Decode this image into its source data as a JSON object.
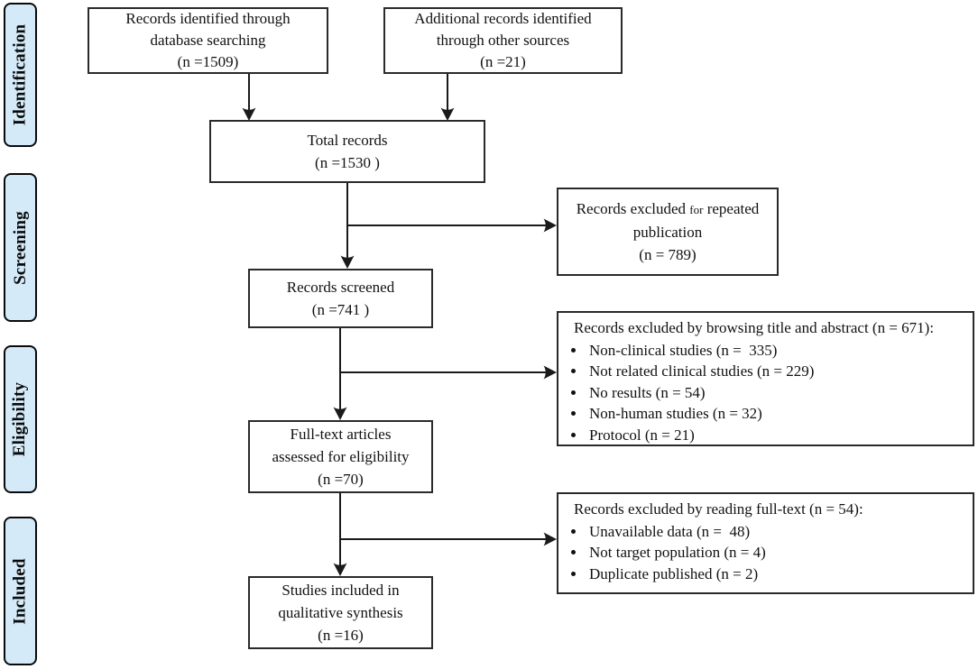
{
  "diagram": {
    "kind": "prisma-flow-diagram",
    "colors": {
      "stage_label_fill": "#d4eaf8",
      "stage_label_border": "#0a0a0a",
      "box_border": "#2a2a2a",
      "text": "#111111",
      "connector": "#1a1a1a"
    },
    "stage_labels": [
      {
        "id": "identification",
        "label": "Identification"
      },
      {
        "id": "screening",
        "label": "Screening"
      },
      {
        "id": "eligibility",
        "label": "Eligibility"
      },
      {
        "id": "included",
        "label": "Included"
      }
    ],
    "boxes": {
      "identified_db": {
        "text": "Records identified through\ndatabase searching\n(n =1509)"
      },
      "identified_other": {
        "text": "Additional records identified\nthrough other sources\n(n =21)"
      },
      "total_records": {
        "text": "Total records\n(n =1530 )"
      },
      "records_screened": {
        "text": "Records screened\n(n =741 )"
      },
      "fulltext_assessed": {
        "text": "Full-text articles\nassessed for eligibility\n(n =70)"
      },
      "studies_included": {
        "text": "Studies included in\nqualitative synthesis\n(n =16)"
      },
      "excluded_repeated": {
        "line1_pre": "Records excluded ",
        "line1_small": "for",
        "line1_post": " repeated",
        "line2": "publication",
        "line3": "(n = 789)"
      },
      "excluded_title_abstract": {
        "title": "Records excluded by browsing title and abstract (n = 671):",
        "items": [
          "Non-clinical studies (n =  335)",
          "Not related clinical studies (n = 229)",
          "No results (n = 54)",
          "Non-human studies (n = 32)",
          "Protocol (n = 21)"
        ]
      },
      "excluded_fulltext": {
        "title": "Records excluded by reading full-text (n = 54):",
        "items": [
          "Unavailable data (n =  48)",
          "Not target population (n = 4)",
          "Duplicate published (n = 2)"
        ]
      }
    }
  }
}
